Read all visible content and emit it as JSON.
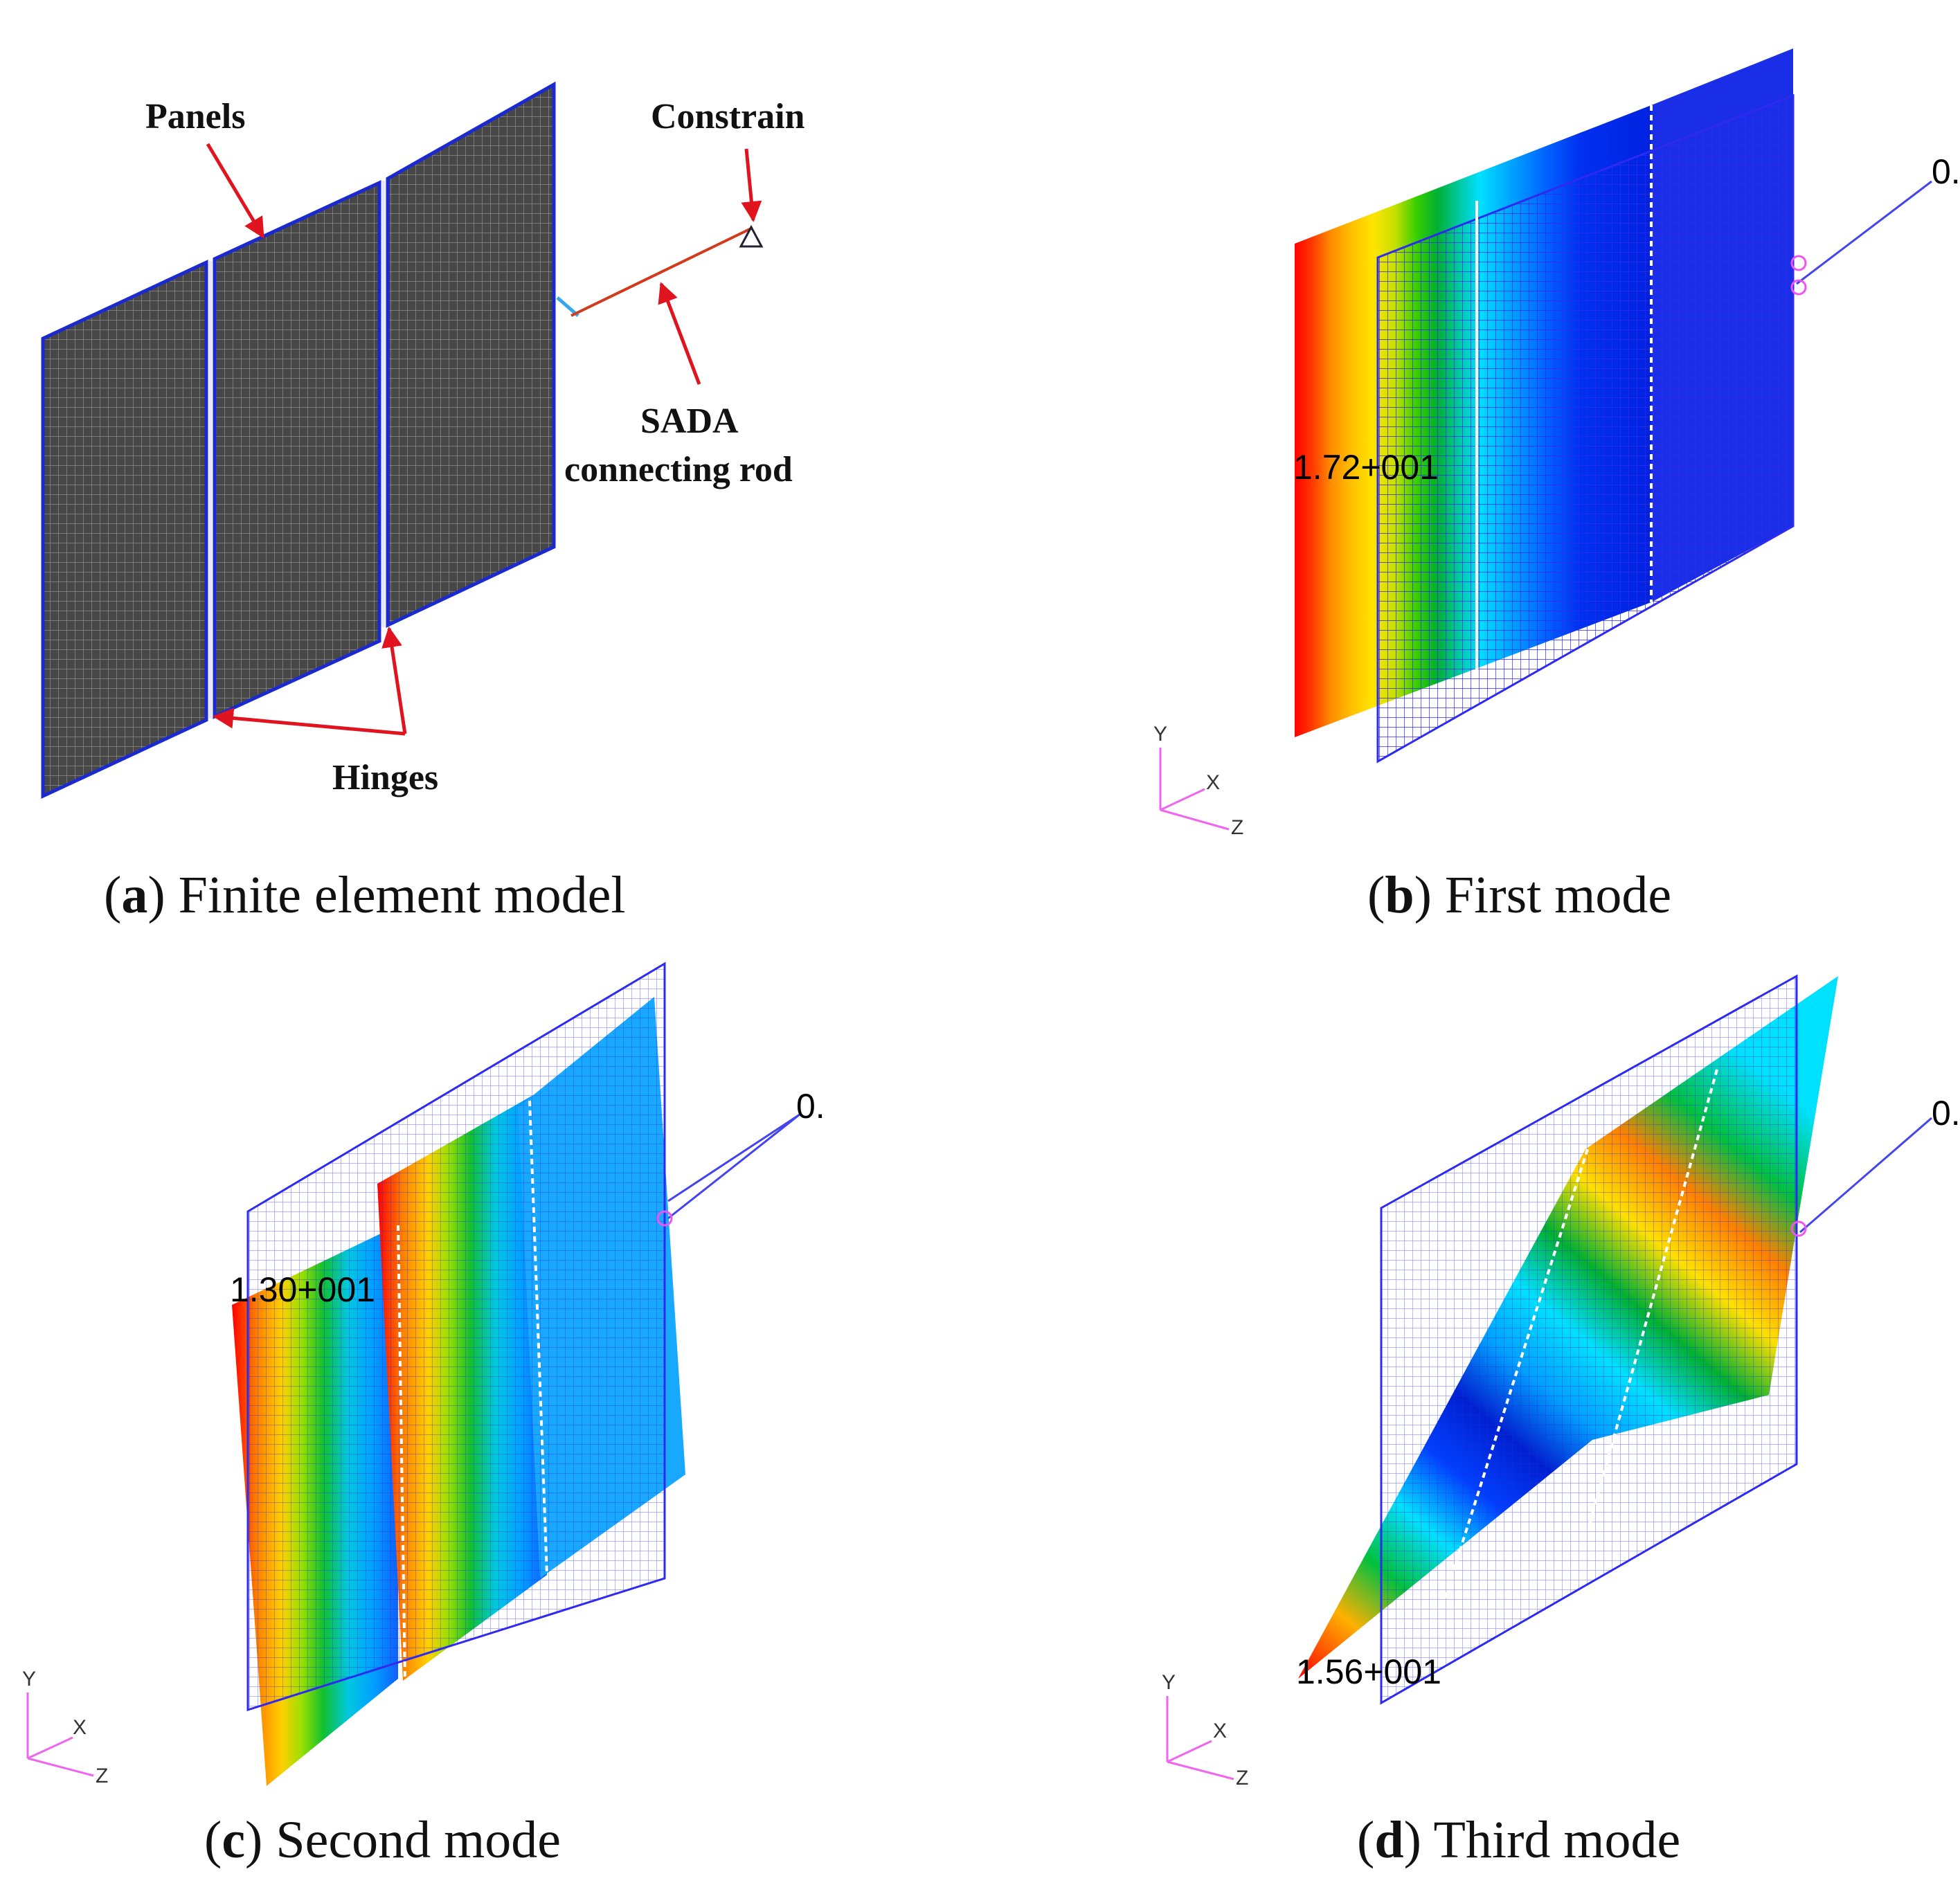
{
  "panels": {
    "a": {
      "caption_letter": "a",
      "caption_text": "Finite element model"
    },
    "b": {
      "caption_letter": "b",
      "caption_text": "First mode",
      "max_value": "1.72+001",
      "min_value": "0."
    },
    "c": {
      "caption_letter": "c",
      "caption_text": "Second mode",
      "max_value": "1.30+001",
      "min_value": "0."
    },
    "d": {
      "caption_letter": "d",
      "caption_text": "Third mode",
      "max_value": "1.56+001",
      "min_value": "0."
    }
  },
  "annotations": {
    "panels": "Panels",
    "constrain": "Constrain",
    "sada_line1": "SADA",
    "sada_line2": "connecting rod",
    "hinges": "Hinges"
  },
  "axes": {
    "y": "Y",
    "x": "X",
    "z": "Z"
  },
  "colors": {
    "mesh": "#3a3a3a",
    "edge": "#1a2ad0",
    "overlay": "#3b2cf0",
    "arrow": "#e0141e",
    "triad": "#ee66ee",
    "rod": "#d23a1e"
  }
}
